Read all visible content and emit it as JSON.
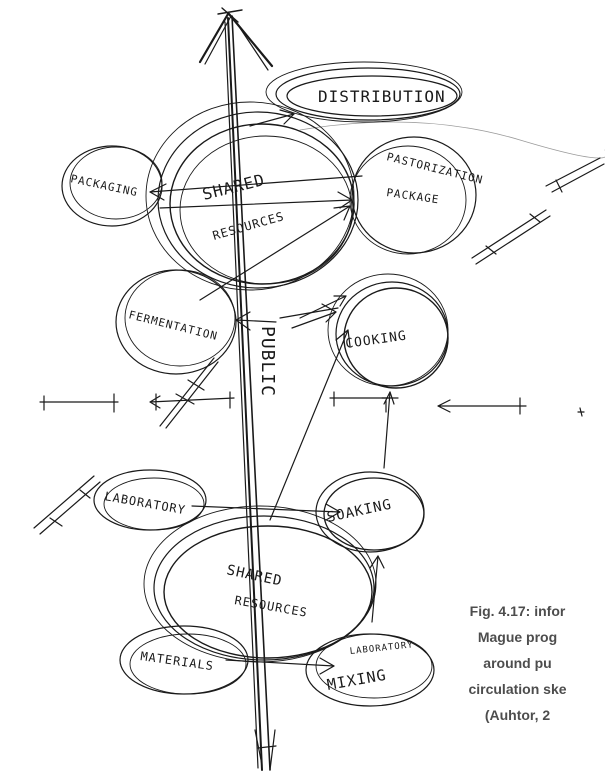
{
  "diagram": {
    "labels": {
      "distribution": "DISTRIBUTION",
      "packaging": "PACKAGING",
      "pasteurization": "PASTORIZATION",
      "package": "PACKAGE",
      "shared_top_1": "SHARED",
      "shared_top_2": "RESOURCES",
      "fermentation": "FERMENTATION",
      "cooking": "COOKING",
      "public": "PUBLIC",
      "laboratory": "LABORATORY",
      "soaking": "SOAKING",
      "shared_bottom_1": "SHARED",
      "shared_bottom_2": "RESOURCES",
      "materials": "MATERIALS",
      "laboratory_small": "LABORATORY",
      "mixing": "MIXING"
    }
  },
  "caption": {
    "line1": "Fig. 4.17: infor",
    "line2": "Mague prog",
    "line3": "around pu",
    "line4": "circulation ske",
    "line5": "(Auhtor, 2"
  }
}
